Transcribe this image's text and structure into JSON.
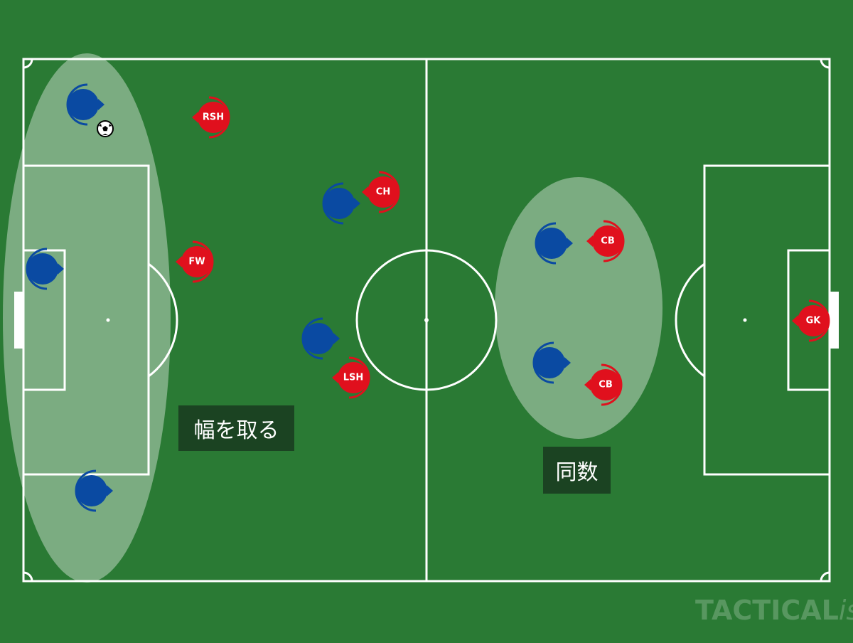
{
  "diagram": {
    "colors": {
      "grass": "#2a7a34",
      "line": "#ffffff",
      "highlight": "rgba(255,255,255,0.38)",
      "label_bg": "#1b4322",
      "blue_team": "#0a4aa2",
      "red_team": "#e0101d"
    },
    "labels": {
      "width_label": "幅を取る",
      "equal_label": "同数"
    },
    "red_players": [
      {
        "id": "rsh",
        "label": "RSH"
      },
      {
        "id": "ch",
        "label": "CH"
      },
      {
        "id": "fw",
        "label": "FW"
      },
      {
        "id": "lsh",
        "label": "LSH"
      },
      {
        "id": "cb1",
        "label": "CB"
      },
      {
        "id": "cb2",
        "label": "CB"
      },
      {
        "id": "gk",
        "label": "GK"
      }
    ],
    "blue_players": [
      {
        "id": "b1"
      },
      {
        "id": "b2"
      },
      {
        "id": "b3"
      },
      {
        "id": "b4"
      },
      {
        "id": "b5"
      },
      {
        "id": "b6"
      },
      {
        "id": "b7"
      }
    ],
    "ball": "soccer-ball-icon",
    "watermark": {
      "main": "TACTICAL",
      "suffix": "ista"
    }
  }
}
